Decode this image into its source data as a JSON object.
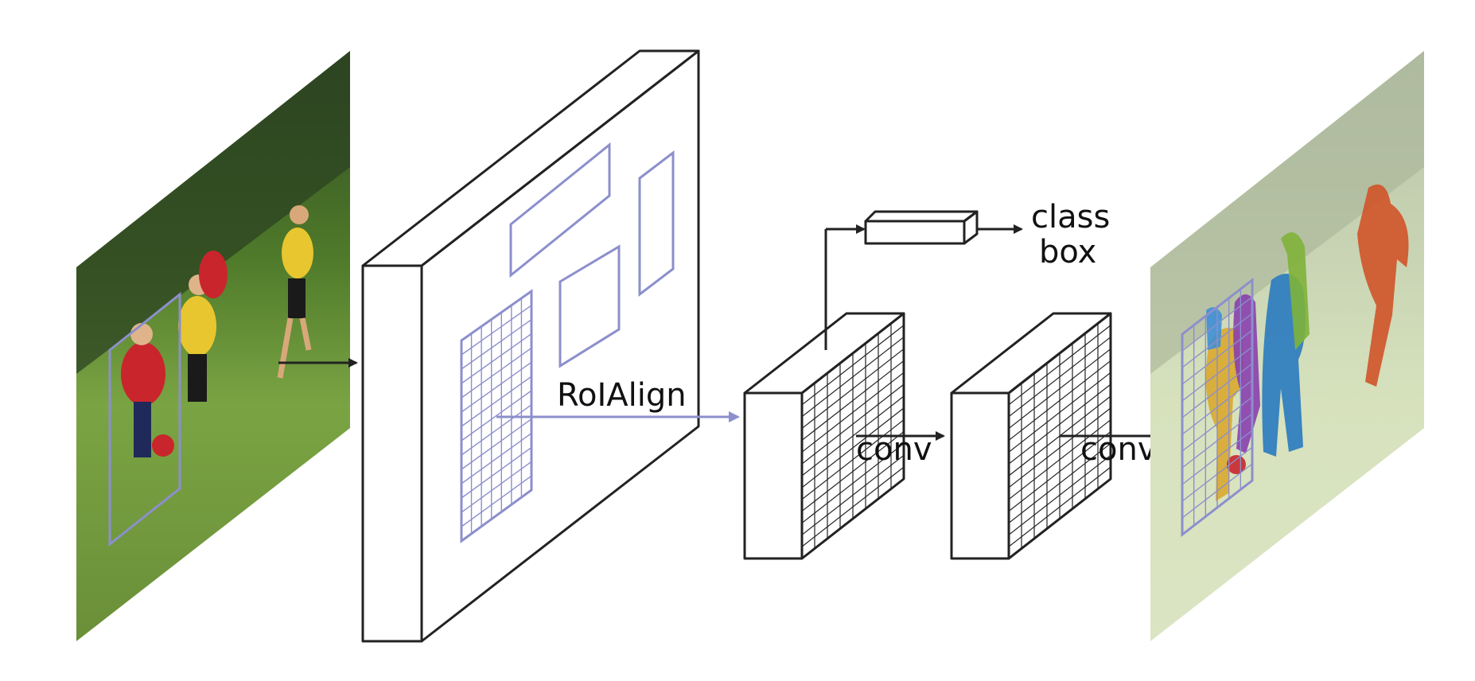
{
  "labels": {
    "roi_align": "RoIAlign",
    "conv_1": "conv",
    "conv_2": "conv",
    "head_class": "class",
    "head_box": "box"
  },
  "colors": {
    "edge": "#222222",
    "roi": "#8c8fcc",
    "grass": "#6f9a3a",
    "sky_trees": "#2f4a22",
    "jersey_red": "#c9252c",
    "jersey_yellow": "#e8c62f",
    "mask_yellow": "#d9a82e",
    "mask_purple": "#8a3fae",
    "mask_blue": "#2c7cbf",
    "mask_green": "#7fb23a",
    "mask_orange": "#d0562a",
    "mask_light_blue": "#3f8fd6"
  },
  "icons": {
    "input_image": "soccer-photo-icon",
    "output_image": "segmented-soccer-photo-icon"
  }
}
